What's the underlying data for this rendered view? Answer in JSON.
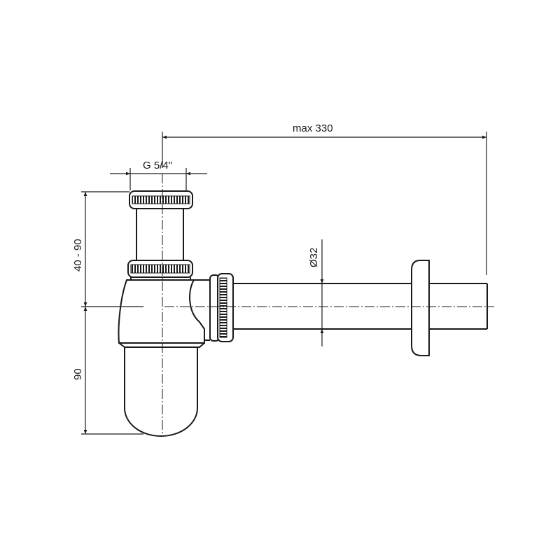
{
  "diagram": {
    "type": "technical-drawing",
    "subject": "bottle siphon with wall pipe",
    "colors": {
      "line": "#1a1a1a",
      "background": "#ffffff"
    },
    "dimensions": {
      "total_length": "max 330",
      "thread_size": "G 5/4\"",
      "inlet_height": "40 - 90",
      "bottle_depth": "90",
      "pipe_diameter": "Ø32"
    }
  }
}
